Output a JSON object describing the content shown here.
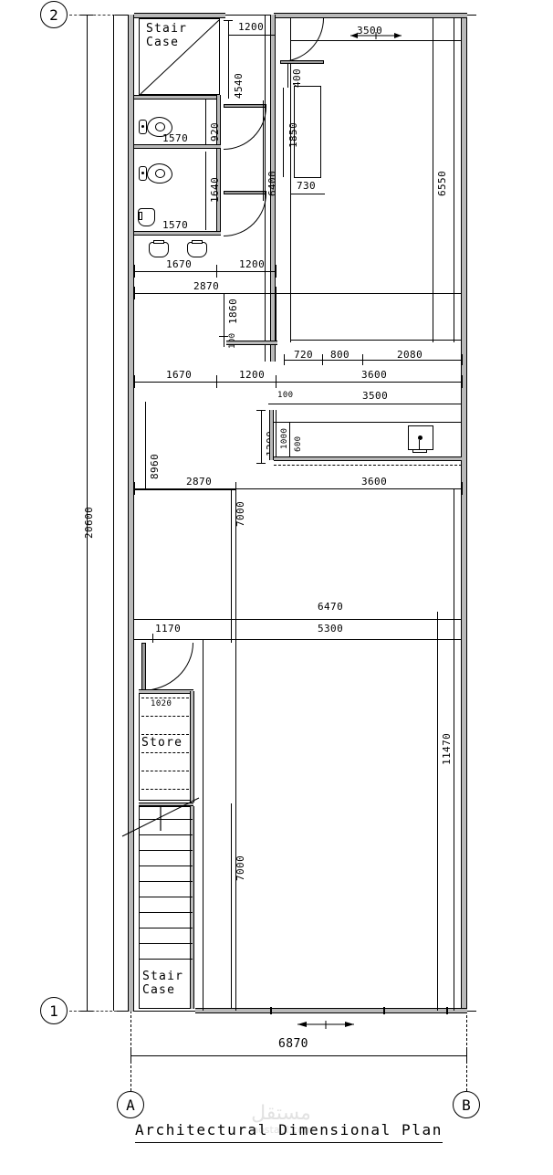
{
  "drawing": {
    "title": "Architectural Dimensional Plan",
    "type": "architectural-floor-plan",
    "units": "mm"
  },
  "watermark": {
    "arabic": "مستقل",
    "latin": "mostaql.com"
  },
  "grid_bubbles": [
    {
      "id": "grid-2",
      "label": "2",
      "position": "top-left"
    },
    {
      "id": "grid-1",
      "label": "1",
      "position": "bottom-left"
    },
    {
      "id": "grid-A",
      "label": "A",
      "position": "bottom-left-column"
    },
    {
      "id": "grid-B",
      "label": "B",
      "position": "bottom-right-column"
    }
  ],
  "room_labels": {
    "stair_top": "Stair\nCase",
    "store": "Store",
    "stair_bottom": "Stair\nCase"
  },
  "overall": {
    "vertical_total": "20600",
    "horizontal_total": "6870"
  },
  "dimensions": {
    "top_zone": {
      "d_1200_top": "1200",
      "d_3500_top": "3500",
      "d_4540": "4540",
      "d_400": "400",
      "d_920": "920",
      "d_1570_a": "1570",
      "d_1850": "1850",
      "d_6400": "6400",
      "d_6550": "6550",
      "d_1640": "1640",
      "d_730": "730",
      "d_1570_b": "1570",
      "d_1670_a": "1670",
      "d_1200_b": "1200",
      "d_2870_a": "2870",
      "d_1860": "1860",
      "d_100_a": "100"
    },
    "mid_zone": {
      "d_1670_b": "1670",
      "d_1200_c": "1200",
      "d_720": "720",
      "d_800": "800",
      "d_2080": "2080",
      "d_3600_a": "3600",
      "d_100_b": "100",
      "d_3500_b": "3500",
      "d_1200_d": "1200",
      "d_1000": "1000",
      "d_600": "600",
      "d_2870_b": "2870",
      "d_3600_b": "3600",
      "d_8960": "8960",
      "d_7000_a": "7000"
    },
    "bottom_zone": {
      "d_6470": "6470",
      "d_5300": "5300",
      "d_1170": "1170",
      "d_1020": "1020",
      "d_11470": "11470",
      "d_7000_b": "7000",
      "d_6870": "6870"
    }
  },
  "fixtures": [
    {
      "name": "wc-1",
      "type": "toilet"
    },
    {
      "name": "wc-2",
      "type": "toilet"
    },
    {
      "name": "basin-1",
      "type": "wash-basin"
    },
    {
      "name": "basin-2",
      "type": "wash-basin"
    },
    {
      "name": "basin-3",
      "type": "wash-basin"
    },
    {
      "name": "kitchen-sink",
      "type": "sink"
    }
  ],
  "colors": {
    "line": "#000000",
    "wall_fill": "#b9b9b9",
    "paper": "#ffffff",
    "watermark": "#e2e2e2"
  }
}
